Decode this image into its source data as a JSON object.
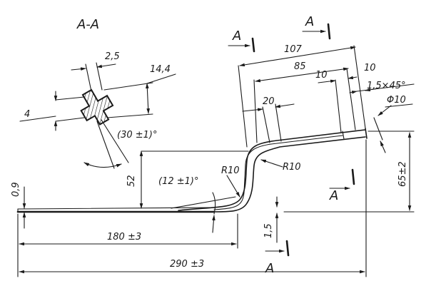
{
  "section_title": "A-A",
  "section_dims": {
    "width": "2,5",
    "height": "14,4",
    "thickness": "4",
    "angle": "(30 ±1)°"
  },
  "cut_marks": {
    "left": "A",
    "top": "A",
    "mid": "A",
    "bottom": "A"
  },
  "dims": {
    "d107": "107",
    "d85": "85",
    "d10a": "10",
    "d10b": "10",
    "chamfer": "1,5×45°",
    "phi": "Φ10",
    "d20": "20",
    "r10_left": "R10",
    "r10_right": "R10",
    "angle12": "(12 ±1)°",
    "d52": "52",
    "d65": "65±2",
    "d09": "0,9",
    "d15": "1,5",
    "d180": "180 ±3",
    "d290": "290 ±3"
  }
}
